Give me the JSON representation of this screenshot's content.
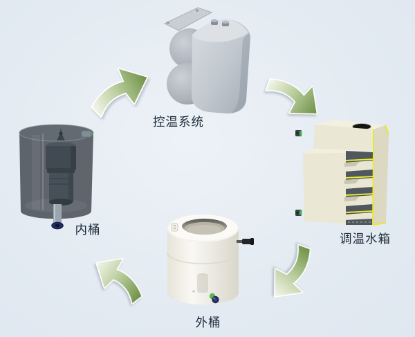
{
  "diagram": {
    "background_color": "#e4ebf2",
    "label_color": "#1c2b3a",
    "arrow_colors": {
      "dark_green": "#6f9147",
      "light_green": "#f1f5e9"
    },
    "nodes": {
      "control_system": {
        "label": "控温系统"
      },
      "water_tank": {
        "label": "调温水箱"
      },
      "inner_barrel": {
        "label": "内桶"
      },
      "outer_barrel": {
        "label": "外桶"
      }
    },
    "flow_cycle": [
      {
        "from": "内桶",
        "to": "控温系统",
        "direction": "up-right"
      },
      {
        "from": "控温系统",
        "to": "调温水箱",
        "direction": "down-right"
      },
      {
        "from": "调温水箱",
        "to": "外桶",
        "direction": "down-left"
      },
      {
        "from": "外桶",
        "to": "内桶",
        "direction": "up-left"
      }
    ]
  }
}
